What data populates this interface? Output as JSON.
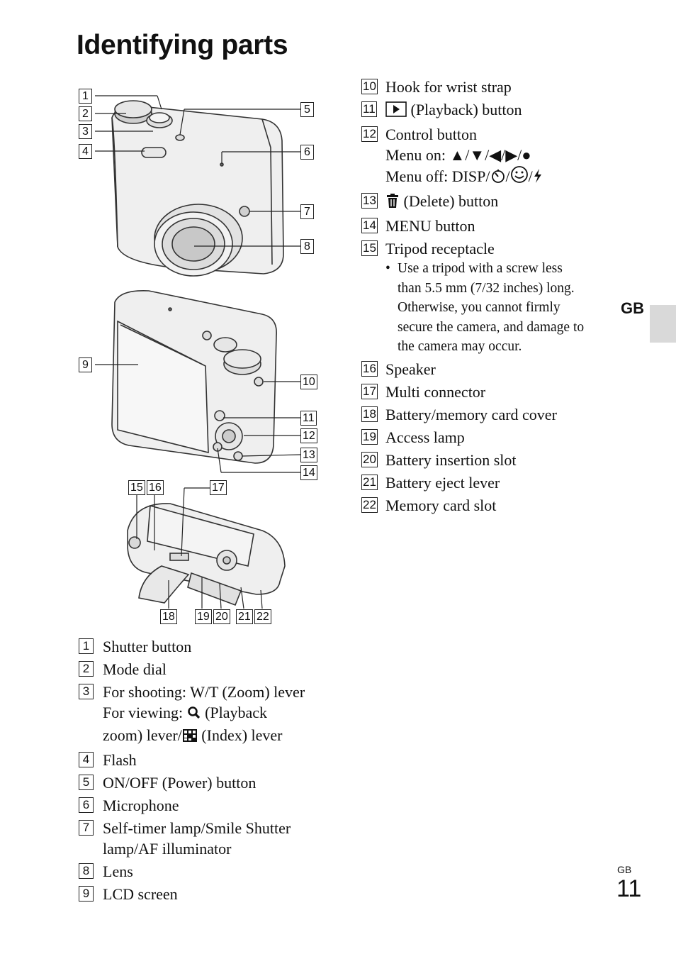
{
  "page": {
    "title": "Identifying parts",
    "side_tab": "GB",
    "footer_lang": "GB",
    "page_number": "11"
  },
  "figure": {
    "callouts": [
      "1",
      "2",
      "3",
      "4",
      "5",
      "6",
      "7",
      "8",
      "9",
      "10",
      "11",
      "12",
      "13",
      "14",
      "15",
      "16",
      "17",
      "18",
      "19",
      "20",
      "21",
      "22"
    ]
  },
  "left_list": [
    {
      "num": "1",
      "lines": [
        "Shutter button"
      ]
    },
    {
      "num": "2",
      "lines": [
        "Mode dial"
      ]
    },
    {
      "num": "3",
      "lines": [
        "For shooting: W/T (Zoom) lever"
      ],
      "viewing": {
        "prefix": "For viewing:",
        "playback": "(Playback",
        "zoom": "zoom) lever/",
        "index": "(Index) lever"
      }
    },
    {
      "num": "4",
      "lines": [
        "Flash"
      ]
    },
    {
      "num": "5",
      "lines": [
        "ON/OFF (Power) button"
      ]
    },
    {
      "num": "6",
      "lines": [
        "Microphone"
      ]
    },
    {
      "num": "7",
      "lines": [
        "Self-timer lamp/Smile Shutter",
        "lamp/AF illuminator"
      ]
    },
    {
      "num": "8",
      "lines": [
        "Lens"
      ]
    },
    {
      "num": "9",
      "lines": [
        "LCD screen"
      ]
    }
  ],
  "right_list": {
    "item10": {
      "num": "10",
      "text": "Hook for wrist strap"
    },
    "item11": {
      "num": "11",
      "text": "(Playback) button"
    },
    "item12": {
      "num": "12",
      "text": "Control button",
      "menu_on": "Menu on: ▲/▼/◀/▶/●",
      "menu_off_prefix": "Menu off: DISP/",
      "sep": "/"
    },
    "item13": {
      "num": "13",
      "text": "(Delete) button"
    },
    "item14": {
      "num": "14",
      "text": "MENU button"
    },
    "item15": {
      "num": "15",
      "text": "Tripod receptacle",
      "note": [
        "Use a tripod with a screw less",
        "than 5.5 mm (7/32 inches) long.",
        "Otherwise, you cannot firmly",
        "secure the camera, and damage to",
        "the camera may occur."
      ]
    },
    "item16": {
      "num": "16",
      "text": "Speaker"
    },
    "item17": {
      "num": "17",
      "text": "Multi connector"
    },
    "item18": {
      "num": "18",
      "text": "Battery/memory card cover"
    },
    "item19": {
      "num": "19",
      "text": "Access lamp"
    },
    "item20": {
      "num": "20",
      "text": "Battery insertion slot"
    },
    "item21": {
      "num": "21",
      "text": "Battery eject lever"
    },
    "item22": {
      "num": "22",
      "text": "Memory card slot"
    }
  }
}
